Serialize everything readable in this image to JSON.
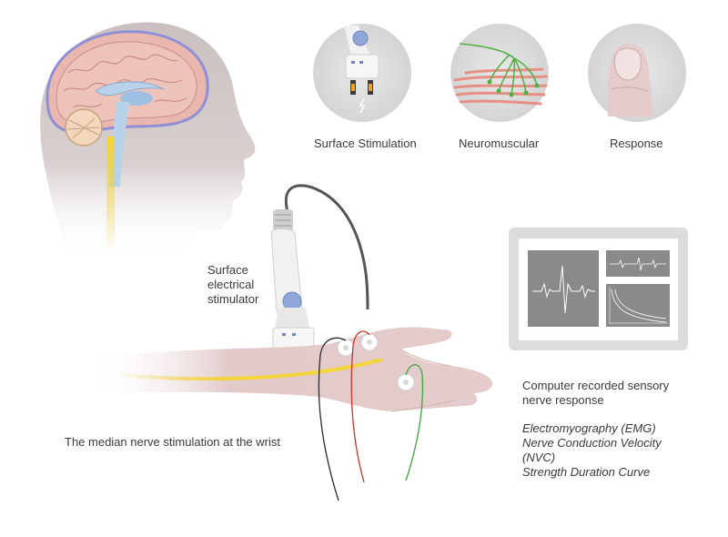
{
  "panels": [
    {
      "id": "surface",
      "label": "Surface Stimulation"
    },
    {
      "id": "neuromuscular",
      "label": "Neuromuscular"
    },
    {
      "id": "response",
      "label": "Response"
    }
  ],
  "stimulator_label": [
    "Surface",
    "electrical",
    "stimulator"
  ],
  "arm_caption": "The median nerve stimulation at the wrist",
  "monitor_caption": [
    "Computer recorded sensory",
    "nerve response"
  ],
  "methods": [
    "Electromyography (EMG)",
    "Nerve Conduction Velocity",
    "(NVC)",
    "Strength Duration Curve"
  ],
  "colors": {
    "nerve": "#f3d43a",
    "lead_red": "#c9332c",
    "lead_green": "#3aa83a",
    "lead_black": "#2b2b2b",
    "screen_bg": "#8a8a8a",
    "skin": "#e4cccc",
    "brain_blue": "#b8d2ea"
  }
}
